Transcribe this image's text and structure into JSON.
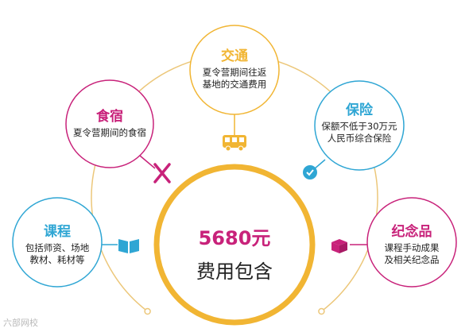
{
  "center": {
    "amount": "5680元",
    "label": "费用包含"
  },
  "items": [
    {
      "id": "jiaotong",
      "title": "交通",
      "desc": [
        "夏令营期间往返",
        "基地的交通费用"
      ],
      "color": "#f1b533",
      "icon": "bus-icon"
    },
    {
      "id": "shisu",
      "title": "食宿",
      "desc": [
        "夏令营期间的食宿"
      ],
      "color": "#c8227a",
      "icon": "fork-knife-icon"
    },
    {
      "id": "baoxian",
      "title": "保险",
      "desc": [
        "保额不低于30万元",
        "人民币综合保险"
      ],
      "color": "#2fa6d4",
      "icon": "shield-icon"
    },
    {
      "id": "kecheng",
      "title": "课程",
      "desc": [
        "包括师资、场地",
        "教材、耗材等"
      ],
      "color": "#2fa6d4",
      "icon": "book-icon"
    },
    {
      "id": "jinianpin",
      "title": "纪念品",
      "desc": [
        "课程手动成果",
        "及相关纪念品"
      ],
      "color": "#c8227a",
      "icon": "gift-icon"
    }
  ],
  "watermark": "六部网校"
}
